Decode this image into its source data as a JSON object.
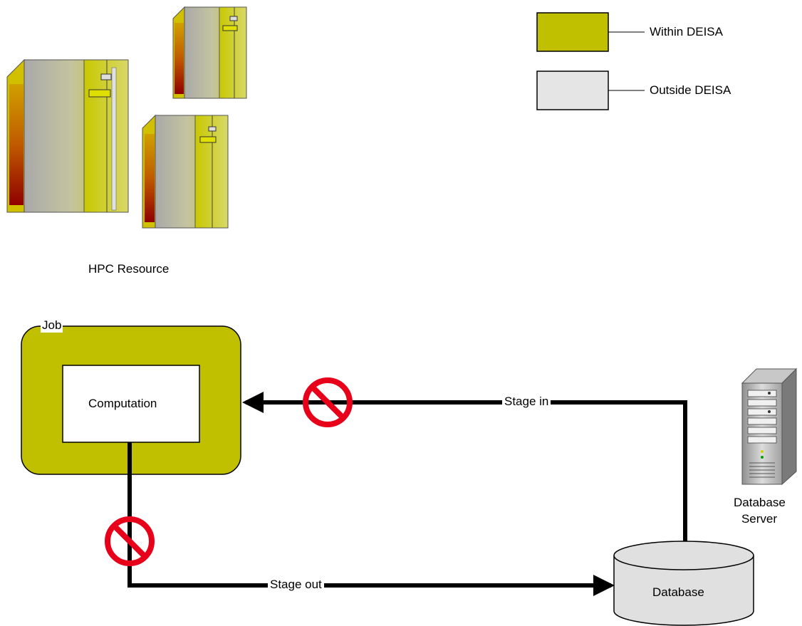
{
  "legend": {
    "within": {
      "label": "Within DEISA",
      "color": "#c0bf00"
    },
    "outside": {
      "label": "Outside DEISA",
      "color": "#e5e5e5"
    }
  },
  "hpc": {
    "label": "HPC Resource"
  },
  "job": {
    "label": "Job",
    "color": "#c0bf00"
  },
  "computation": {
    "label": "Computation"
  },
  "flows": {
    "stage_in": {
      "label": "Stage in",
      "blocked": true
    },
    "stage_out": {
      "label": "Stage out",
      "blocked": true
    }
  },
  "database": {
    "label": "Database",
    "color": "#e0e0e0"
  },
  "database_server": {
    "label": "Database\nServer"
  },
  "icons": [
    "server-rack-icon",
    "no-entry-icon",
    "database-cylinder-icon",
    "database-server-icon"
  ]
}
